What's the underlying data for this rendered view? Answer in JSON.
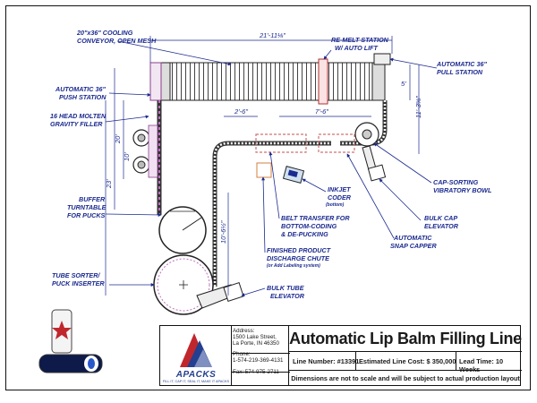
{
  "labels": {
    "cooling_conveyor": "20\"x36\" COOLING",
    "cooling_conveyor_2": "CONVEYOR, OPEN MESH",
    "overall_width": "21'-11⅛\"",
    "remelt": "RE-MELT STATION",
    "remelt_2": "W/ AUTO LIFT",
    "pull_station": "AUTOMATIC 36\"",
    "pull_station_2": "PULL STATION",
    "push_station": "AUTOMATIC 36\"",
    "push_station_2": "PUSH STATION",
    "filler": "16 HEAD MOLTEN",
    "filler_2": "GRAVITY FILLER",
    "buffer": "BUFFER",
    "buffer_2": "TURNTABLE",
    "buffer_3": "FOR PUCKS",
    "tube_sorter": "TUBE SORTER/",
    "tube_sorter_2": "PUCK INSERTER",
    "inkjet": "INKJET",
    "inkjet_2": "CODER",
    "inkjet_3": "(bottom)",
    "belt_transfer": "BELT TRANSFER FOR",
    "belt_transfer_2": "BOTTOM-CODING",
    "belt_transfer_3": "& DE-PUCKING",
    "discharge": "FINISHED PRODUCT",
    "discharge_2": "DISCHARGE CHUTE",
    "discharge_3": "(or Add Labeling system)",
    "bulk_tube": "BULK TUBE",
    "bulk_tube_2": "ELEVATOR",
    "snap_capper": "AUTOMATIC",
    "snap_capper_2": "SNAP CAPPER",
    "bulk_cap": "BULK CAP",
    "bulk_cap_2": "ELEVATOR",
    "cap_sorting": "CAP-SORTING",
    "cap_sorting_2": "VIBRATORY BOWL"
  },
  "dims": {
    "d_2_6": "2'-6\"",
    "d_7_6": "7'-6\"",
    "d_5": "5'",
    "d_11_3": "11'-3⅝\"",
    "d_20": "20'",
    "d_10": "10'",
    "d_23": "23'",
    "d_10_6": "10'-6½\""
  },
  "title_block": {
    "address_label": "Address:",
    "address_1": "1500 Lake Street,",
    "address_2": "La Porte, IN 46350",
    "phone_label": "Phone:",
    "phone": "1-574-219-369-4131",
    "fax": "Fax: 574-975-2711",
    "title": "Automatic Lip Balm Filling Line",
    "line_number": "Line Number: #13391",
    "line_cost": "Estimated Line Cost:  $ 350,000",
    "lead_time": "Lead Time: 10 Weeks",
    "disclaimer": "Dimensions are not to scale and will be subject to actual production layout",
    "company": "APACKS",
    "tagline": "FILL IT, CAP IT, SEAL IT, MAKE IT APACKS"
  },
  "colors": {
    "annotation": "#1b2a8f",
    "logo_red": "#c0272d",
    "logo_blue": "#233f8f"
  }
}
